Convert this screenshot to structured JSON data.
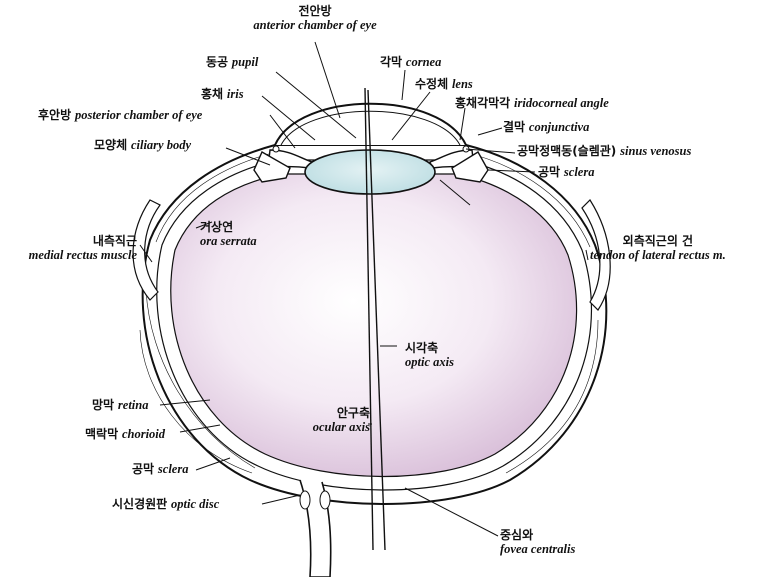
{
  "colors": {
    "vitreous_center": "#ffffff",
    "vitreous_edge": "#dcc4dc",
    "lens": "#cde6ea",
    "line": "#111111"
  },
  "labels": {
    "anterior_chamber": {
      "ko": "전안방",
      "en": "anterior chamber of eye"
    },
    "pupil": {
      "ko": "동공",
      "en": "pupil"
    },
    "iris": {
      "ko": "홍채",
      "en": "iris"
    },
    "posterior_chamber": {
      "ko": "후안방",
      "en": "posterior chamber of eye"
    },
    "ciliary_body": {
      "ko": "모양체",
      "en": "ciliary body"
    },
    "cornea": {
      "ko": "각막",
      "en": "cornea"
    },
    "lens": {
      "ko": "수정체",
      "en": "lens"
    },
    "iridocorneal_angle": {
      "ko": "홍채각막각",
      "en": "iridocorneal angle"
    },
    "conjunctiva": {
      "ko": "결막",
      "en": "conjunctiva"
    },
    "sinus_venosus": {
      "ko": "공막정맥동(슬렘관)",
      "en": "sinus venosus"
    },
    "sclera_upper": {
      "ko": "공막",
      "en": "sclera"
    },
    "medial_rectus": {
      "ko": "내측직근",
      "en": "medial rectus muscle"
    },
    "ora_serrata": {
      "ko": "거상연",
      "en": "ora serrata"
    },
    "lateral_rectus": {
      "ko": "외측직근의 건",
      "en": "tendon of lateral rectus m."
    },
    "optic_axis": {
      "ko": "시각축",
      "en": "optic axis"
    },
    "ocular_axis": {
      "ko": "안구축",
      "en": "ocular axis"
    },
    "retina": {
      "ko": "망막",
      "en": "retina"
    },
    "chorioid": {
      "ko": "맥락막",
      "en": "chorioid"
    },
    "sclera_lower": {
      "ko": "공막",
      "en": "sclera"
    },
    "optic_disc": {
      "ko": "시신경원판",
      "en": "optic disc"
    },
    "fovea": {
      "ko": "중심와",
      "en": "fovea centralis"
    }
  }
}
